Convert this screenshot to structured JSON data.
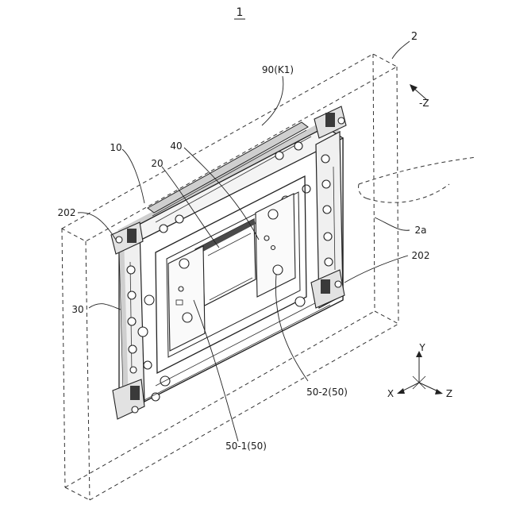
{
  "figure_number": "1",
  "labels": {
    "target": "2",
    "target_surface": "2a",
    "device": "90(K1)",
    "frame": "10",
    "inner_frame": "20",
    "plate": "40",
    "bracket": "30",
    "clamp_left": "202",
    "clamp_right": "202",
    "sub_plate_1": "50-1(50)",
    "sub_plate_2": "50-2(50)"
  },
  "direction": {
    "minus_z": "-Z"
  },
  "axes": {
    "x": "X",
    "y": "Y",
    "z": "Z"
  }
}
